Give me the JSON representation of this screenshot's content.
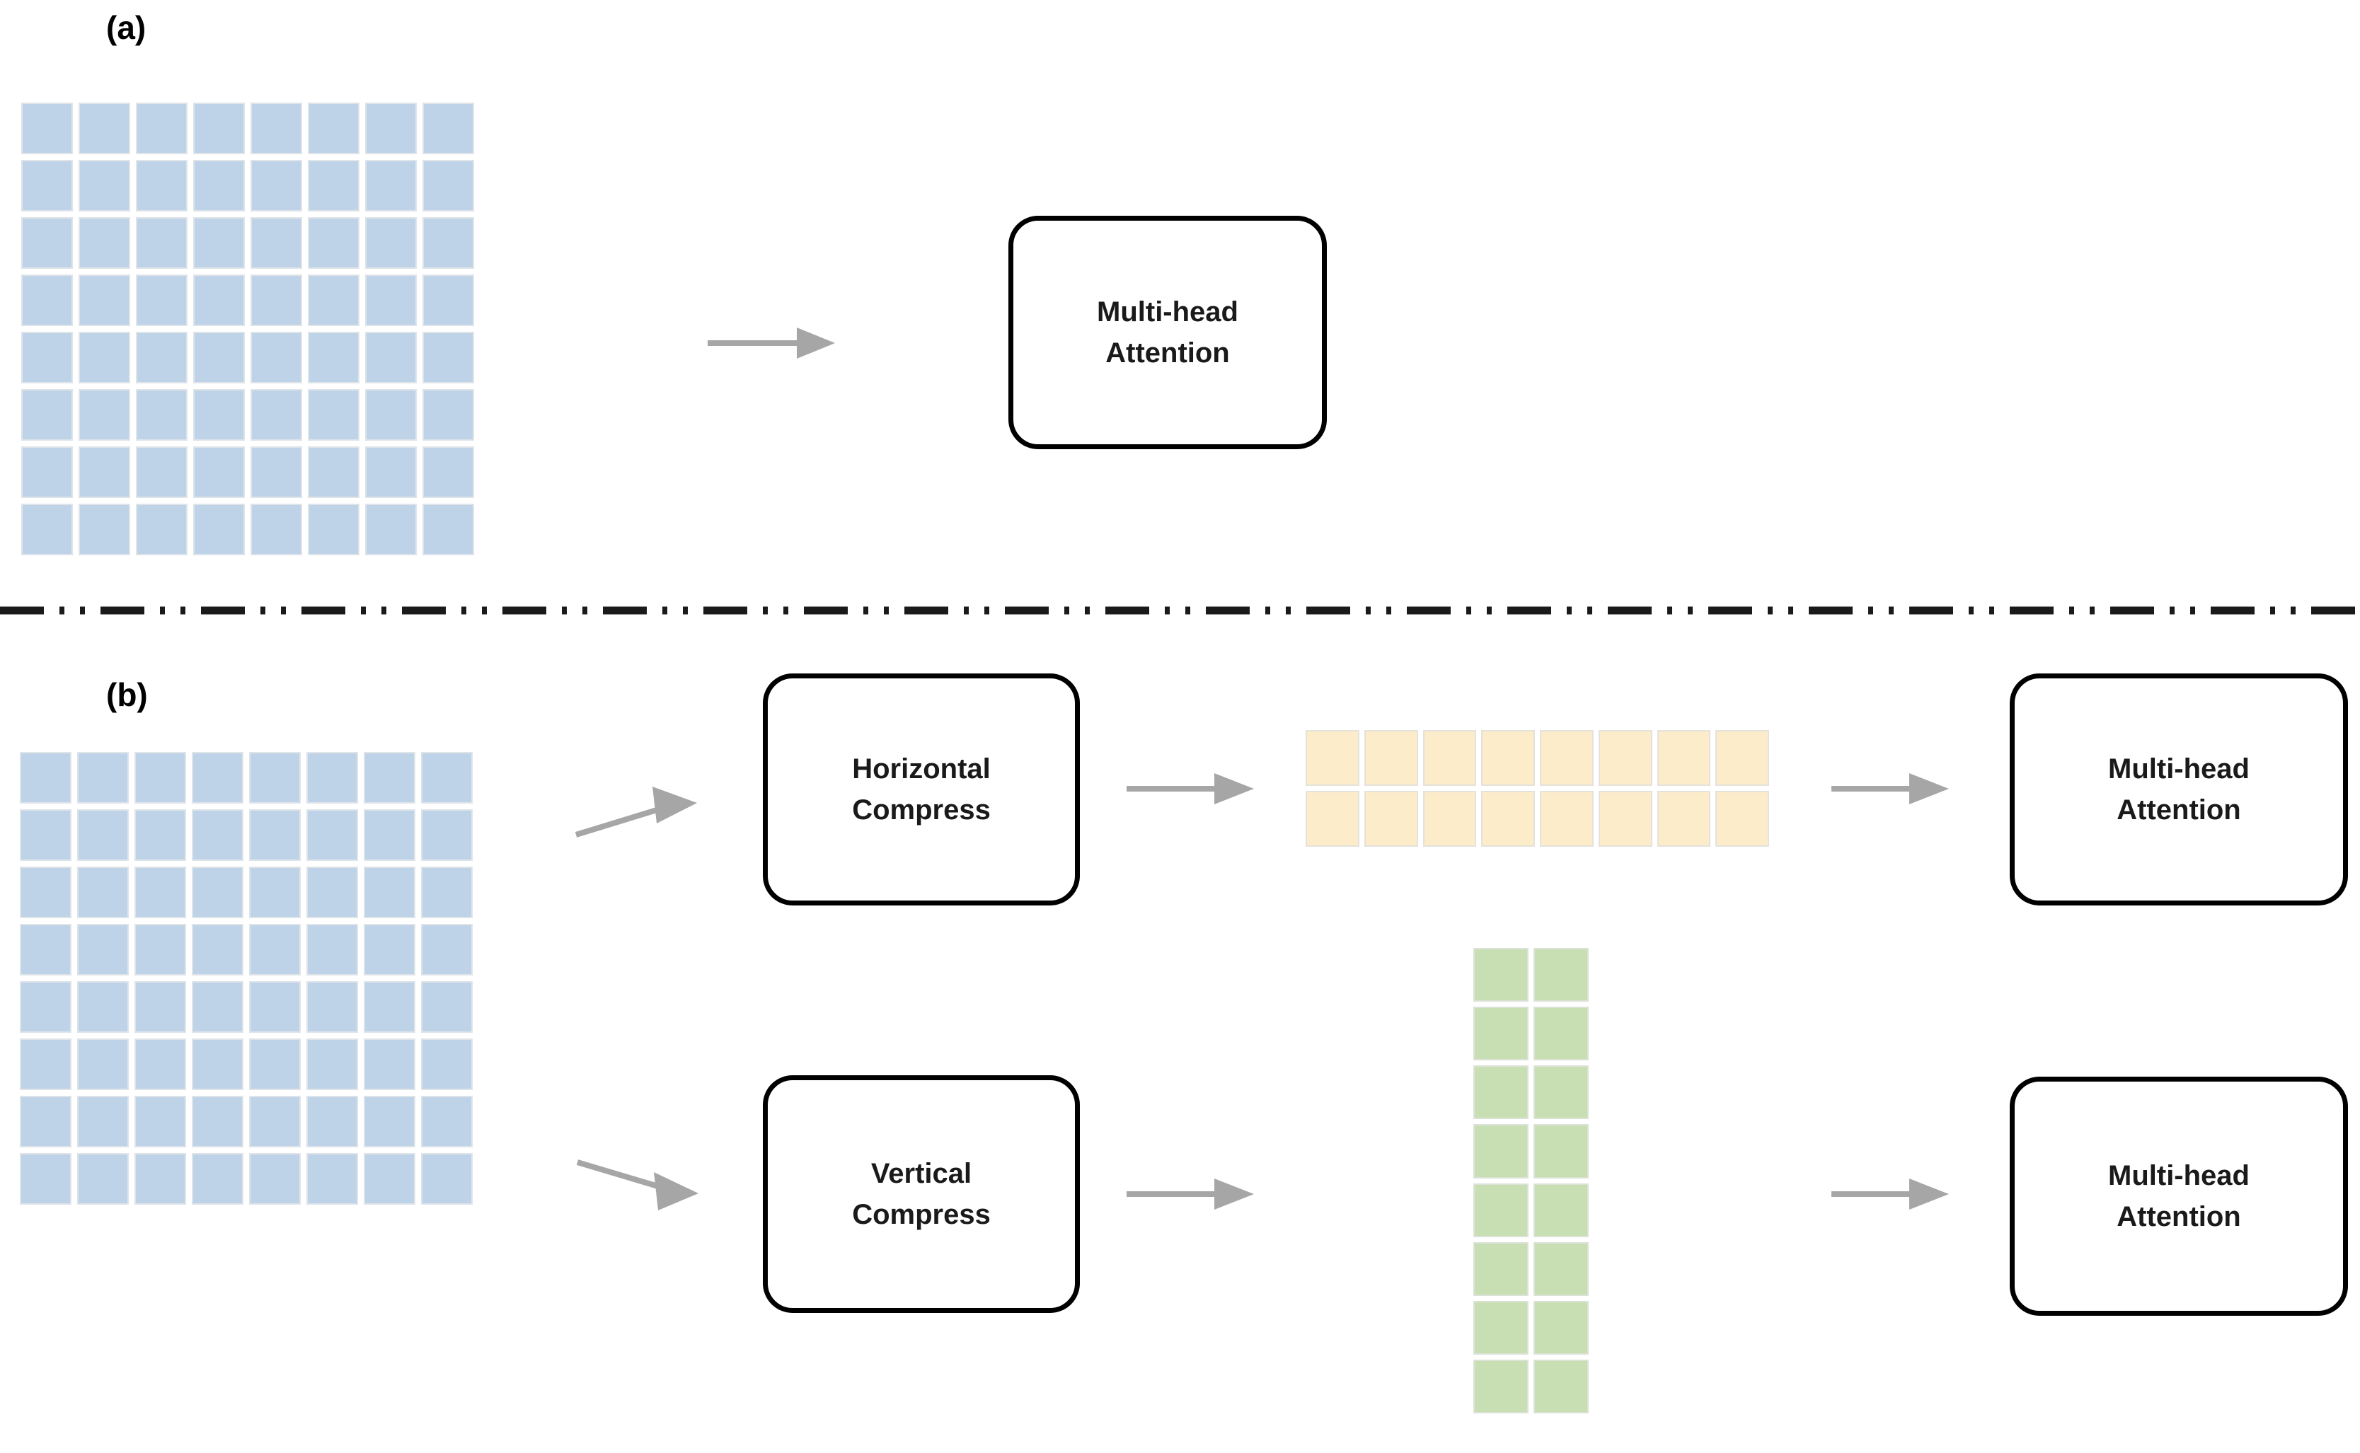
{
  "figure": {
    "background_color": "#ffffff",
    "panels": [
      {
        "id": "a",
        "label": "(a)",
        "input_grid": {
          "name": "blue-feature-map",
          "rows": 8,
          "cols": 8,
          "color": "#bed3e8",
          "border_color": "#dfe4e9"
        },
        "blocks": [
          {
            "id": "mha-a",
            "label": "Multi-head\nAttention"
          }
        ],
        "arrows": [
          {
            "id": "grid-to-mha",
            "from": "blue-feature-map",
            "to": "mha-a",
            "direction": "right",
            "color": "#a6a6a6"
          }
        ]
      },
      {
        "id": "b",
        "label": "(b)",
        "input_grid": {
          "name": "blue-feature-map",
          "rows": 8,
          "cols": 8,
          "color": "#bed3e8",
          "border_color": "#dfe4e9"
        },
        "blocks": [
          {
            "id": "horizontal-compress",
            "label": "Horizontal\nCompress"
          },
          {
            "id": "vertical-compress",
            "label": "Vertical\nCompress"
          },
          {
            "id": "mha-b-top",
            "label": "Multi-head\nAttention"
          },
          {
            "id": "mha-b-bottom",
            "label": "Multi-head\nAttention"
          }
        ],
        "intermediate_grids": [
          {
            "id": "horizontal-tokens",
            "name": "yellow-token-strip",
            "rows": 2,
            "cols": 8,
            "color": "#fcecc9",
            "border_color": "#e4e2dd",
            "orientation": "horizontal"
          },
          {
            "id": "vertical-tokens",
            "name": "green-token-strip",
            "rows": 8,
            "cols": 2,
            "color": "#c8dfb3",
            "border_color": "#dde2d8",
            "orientation": "vertical"
          }
        ],
        "arrows": [
          {
            "id": "grid-to-hcompress",
            "from": "blue-feature-map",
            "to": "horizontal-compress",
            "direction": "up-right",
            "color": "#a6a6a6"
          },
          {
            "id": "grid-to-vcompress",
            "from": "blue-feature-map",
            "to": "vertical-compress",
            "direction": "down-right",
            "color": "#a6a6a6"
          },
          {
            "id": "hcompress-to-tokens",
            "from": "horizontal-compress",
            "to": "horizontal-tokens",
            "direction": "right",
            "color": "#a6a6a6"
          },
          {
            "id": "vcompress-to-tokens",
            "from": "vertical-compress",
            "to": "vertical-tokens",
            "direction": "right",
            "color": "#a6a6a6"
          },
          {
            "id": "htokens-to-mha",
            "from": "horizontal-tokens",
            "to": "mha-b-top",
            "direction": "right",
            "color": "#a6a6a6"
          },
          {
            "id": "vtokens-to-mha",
            "from": "vertical-tokens",
            "to": "mha-b-bottom",
            "direction": "right",
            "color": "#a6a6a6"
          }
        ]
      }
    ],
    "divider": {
      "name": "panel-divider",
      "style": "dash-dot-dot",
      "color": "#1a1a1a"
    }
  },
  "labels": {
    "panel_a": "(a)",
    "panel_b": "(b)",
    "multi_head_attention": "Multi-head\nAttention",
    "horizontal_compress": "Horizontal\nCompress",
    "vertical_compress": "Vertical\nCompress"
  },
  "colors": {
    "blue_tile": "#bed3e8",
    "yellow_tile": "#fcecc9",
    "green_tile": "#c8dfb3",
    "arrow": "#a6a6a6",
    "box_border": "#000000",
    "text": "#1a1a1a"
  }
}
